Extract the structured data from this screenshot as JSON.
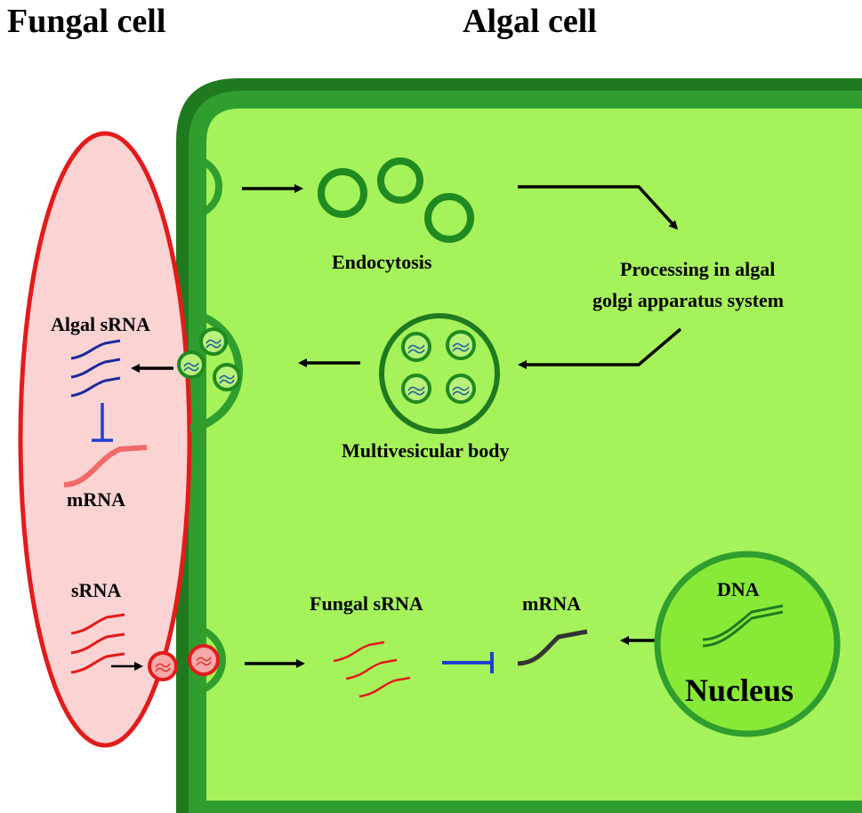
{
  "titles": {
    "fungal_cell": "Fungal cell",
    "algal_cell": "Algal cell"
  },
  "labels": {
    "endocytosis": "Endocytosis",
    "processing_line1": "Processing in algal",
    "processing_line2": "golgi apparatus system",
    "multivesicular_body": "Multivesicular body",
    "algal_srna": "Algal sRNA",
    "fungal_mrna": "mRNA",
    "fungal_srna": "sRNA",
    "algal_side_fungal_srna": "Fungal sRNA",
    "algal_mrna": "mRNA",
    "dna": "DNA",
    "nucleus": "Nucleus"
  },
  "colors": {
    "cell_wall_dark": "#1f7a1f",
    "cell_wall_mid": "#33a833",
    "cytoplasm": "#a6f25a",
    "fungal_outline": "#e31b1b",
    "fungal_fill": "#fbd3d3",
    "algal_srna": "#1a2a9c",
    "fungal_mrna": "#f06a6a",
    "fungal_srna": "#e31b1b",
    "inhibition_blue": "#1f3fd0",
    "algal_mrna": "#333333",
    "vesicle_fill": "#b8f27a"
  }
}
